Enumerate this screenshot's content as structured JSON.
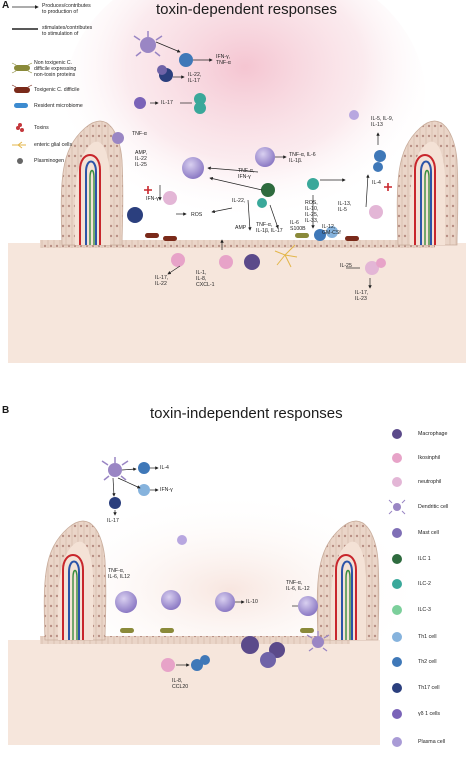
{
  "panel_a": {
    "letter": "A",
    "title": "toxin-dependent responses",
    "legend": {
      "produces": "Produces/contributes\nto production of",
      "stimulates": "stimulates/contributes\nto stimulation of",
      "non_toxigenic": "Non toxigenic C.\ndifficile expressing\nnon-toxin proteins",
      "toxigenic": "Toxigenic C. difficile",
      "microbiome": "Resident microbiome",
      "toxins": "Toxins",
      "glial": "enteric glial cells",
      "plasminogen": "Plasminogen"
    },
    "labels": {
      "ifn_tnf": "IFN-γ,\nTNF-α",
      "il22_il17": "IL-22,\nIL-17",
      "il17": "IL-17",
      "tnfa_top": "TNF-α",
      "amp": "AMP,\nIL-22\nIL-25",
      "tnf_il6": "TNF-α, IL-6\nIL-1β.",
      "tnf_ifn": "TNF-α,\nIFN-γ",
      "il22": "IL-22,",
      "ifn": "IFN-γ",
      "ros": "ROS",
      "amp2": "AMP",
      "tnf_il1": "TNF-α,\nIL-1β, IL-17",
      "il6_s100": "IL-6\nS100B",
      "ros_il10": "ROS,\nIL-10,\nIL-25,\nIL-33,",
      "il12_gmcsf": "IL-12,\nGM-CSf",
      "il13_il5": "IL-13,\nIL-5",
      "il5_il9": "IL-5, IL-9,\nIL-13",
      "il4": "IL-4",
      "il17_il22": "IL-17,\nIL-22",
      "il1_il8": "IL-1,\nIL-8,\nCXCL-1",
      "il25": "IL-25",
      "il17_il23": "IL-17,\nIL-23"
    }
  },
  "panel_b": {
    "letter": "B",
    "title": "toxin-independent responses",
    "labels": {
      "il4": "IL-4",
      "ifn": "IFN-γ",
      "il17": "IL-17",
      "tnf_left": "TNF-α,\nIL-6, IL12",
      "il10": "IL-10",
      "tnf_right": "TNF-α,\nIL-6, IL-12",
      "il8_ccl20": "IL-8,\nCCL20"
    }
  },
  "cell_legend": [
    {
      "label": "Macrophage",
      "icon": "macrophage-icon",
      "color": "#5b4a8a"
    },
    {
      "label": "Ikosinphil",
      "icon": "eosinophil-icon",
      "color": "#e7a3c8"
    },
    {
      "label": "neutrophil",
      "icon": "neutrophil-icon",
      "color": "#e3b6d6"
    },
    {
      "label": "Dendritic cell",
      "icon": "dendritic-cell-icon",
      "color": "#9a86c4"
    },
    {
      "label": "Mast cell",
      "icon": "mast-cell-icon",
      "color": "#7f6fb6"
    },
    {
      "label": "ILC 1",
      "icon": "ilc1-icon",
      "color": "#2e6b3e"
    },
    {
      "label": "ILC-2",
      "icon": "ilc2-icon",
      "color": "#3aa89a"
    },
    {
      "label": "ILC-3",
      "icon": "ilc3-icon",
      "color": "#7ccf9b"
    },
    {
      "label": "Th1 cell",
      "icon": "th1-cell-icon",
      "color": "#86b3dd"
    },
    {
      "label": "Th2 cell",
      "icon": "th2-cell-icon",
      "color": "#3f78b8"
    },
    {
      "label": "Th17 cell",
      "icon": "th17-cell-icon",
      "color": "#2b3f7e"
    },
    {
      "label": "γδ 1 cells",
      "icon": "gamma-delta-cell-icon",
      "color": "#7a63b8"
    },
    {
      "label": "Plasma cell",
      "icon": "plasma-cell-icon",
      "color": "#a99bd6"
    }
  ],
  "colors": {
    "epithelium": "#e8d2c4",
    "lamina": "#f5e6dc",
    "glow_a": "#f3c9d4",
    "artery": "#c8262c",
    "vein": "#2c54a8",
    "lymph": "#3a8d3e",
    "inhibit_plus": "#c8262c"
  }
}
